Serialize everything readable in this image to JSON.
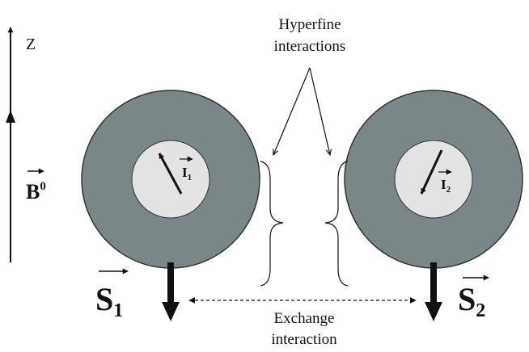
{
  "axis": {
    "label": "Z"
  },
  "field": {
    "symbol": "B",
    "superscript": "0"
  },
  "labels": {
    "hyperfine_line1": "Hyperfine",
    "hyperfine_line2": "interactions",
    "exchange_line1": "Exchange",
    "exchange_line2": "interaction"
  },
  "electrons": [
    {
      "symbol": "S",
      "subscript": "1"
    },
    {
      "symbol": "S",
      "subscript": "2"
    }
  ],
  "nuclei": [
    {
      "symbol": "I",
      "subscript": "1"
    },
    {
      "symbol": "I",
      "subscript": "2"
    }
  ],
  "colors": {
    "electron_cloud": "#7b8686",
    "nucleus": "#e3e3e3",
    "ink": "#111111"
  }
}
